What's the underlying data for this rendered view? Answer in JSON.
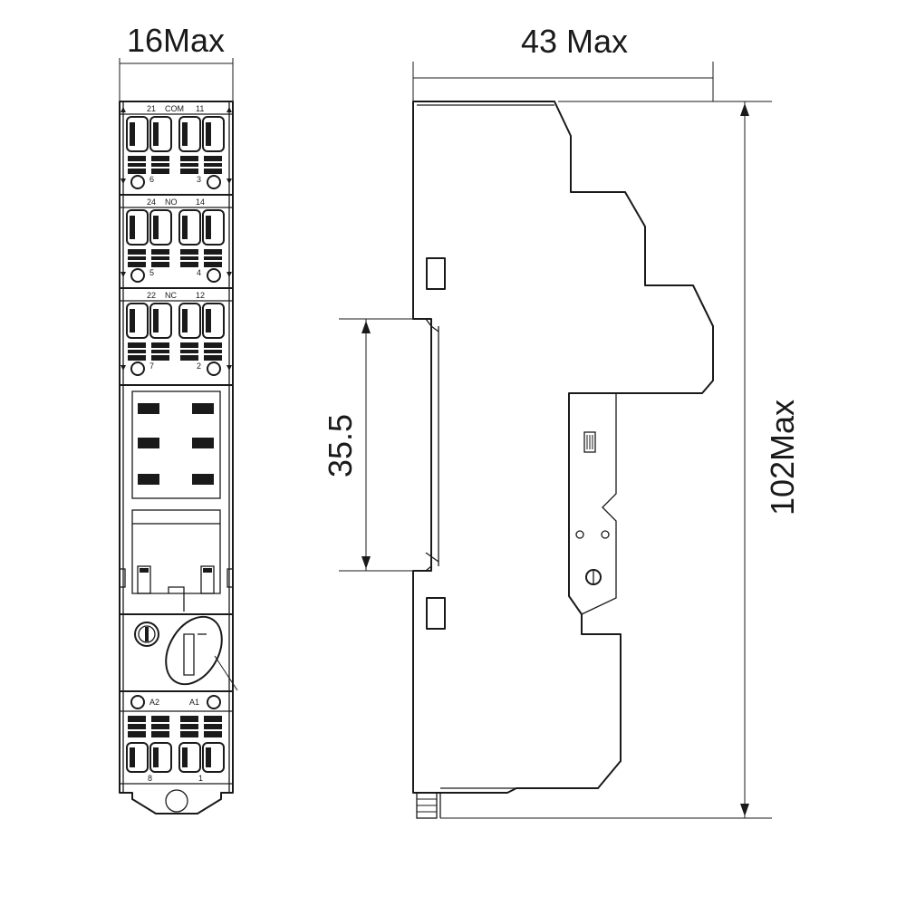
{
  "dimensions": {
    "front_width": "16Max",
    "side_depth": "43 Max",
    "din_rail": "35.5",
    "height": "102Max"
  },
  "terminal_blocks": [
    {
      "top_labels": [
        "21",
        "COM",
        "11"
      ],
      "bottom_labels": [
        "6",
        "3"
      ]
    },
    {
      "top_labels": [
        "24",
        "NO",
        "14"
      ],
      "bottom_labels": [
        "5",
        "4"
      ]
    },
    {
      "top_labels": [
        "22",
        "NC",
        "12"
      ],
      "bottom_labels": [
        "7",
        "2"
      ]
    }
  ],
  "coil_block": {
    "top_labels": [
      "A2",
      "A1"
    ],
    "bottom_labels": [
      "8",
      "1"
    ]
  }
}
